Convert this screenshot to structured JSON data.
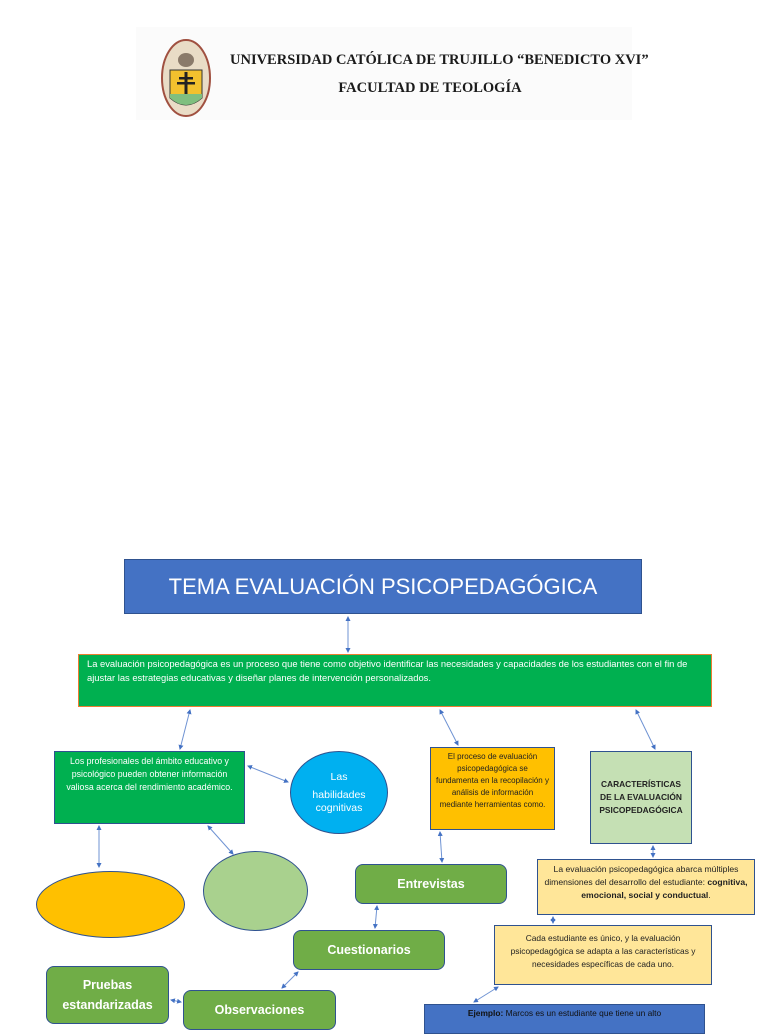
{
  "header": {
    "university": "UNIVERSIDAD CATÓLICA DE TRUJILLO “BENEDICTO XVI”",
    "faculty": "FACULTAD DE TEOLOGÍA",
    "crest_icon": "university-crest-icon"
  },
  "diagram": {
    "title": "TEMA EVALUACIÓN PSICOPEDAGÓGICA",
    "definition": "La evaluación psicopedagógica es un proceso que tiene como objetivo identificar las necesidades y capacidades de los estudiantes con el fin de ajustar las estrategias educativas y diseñar planes de intervención personalizados.",
    "professionals": "Los profesionales del ámbito educativo y psicológico pueden obtener información valiosa acerca del rendimiento académico.",
    "cognitive": {
      "line1": "Las",
      "line2": "habilidades cognitivas"
    },
    "process": "El proceso de evaluación psicopedagógica se fundamenta en la recopilación y análisis de información mediante herramientas como.",
    "characteristics": "CARACTERÍSTICAS DE LA EVALUACIÓN PSICOPEDAGÓGICA",
    "dimensions": {
      "text": "La evaluación psicopedagógica abarca múltiples dimensiones del desarrollo del estudiante: ",
      "bold": "cognitiva, emocional, social y conductual",
      "end": "."
    },
    "unique": "Cada estudiante es único, y la evaluación psicopedagógica se adapta a las características y necesidades específicas de cada uno.",
    "example": {
      "bold": "Ejemplo:",
      "text": " Marcos es un estudiante que  tiene un alto"
    },
    "tools": {
      "interviews": "Entrevistas",
      "questionnaires": "Cuestionarios",
      "standardized_tests": "Pruebas estandarizadas",
      "observations": "Observaciones"
    },
    "colors": {
      "title_blue": "#4472c4",
      "green": "#00b050",
      "orange": "#ed7d31",
      "amber": "#ffc000",
      "cyan": "#00b0f0",
      "light_green": "#c5e0b4",
      "light_yellow": "#ffe699",
      "node_green": "#70ad47"
    }
  }
}
